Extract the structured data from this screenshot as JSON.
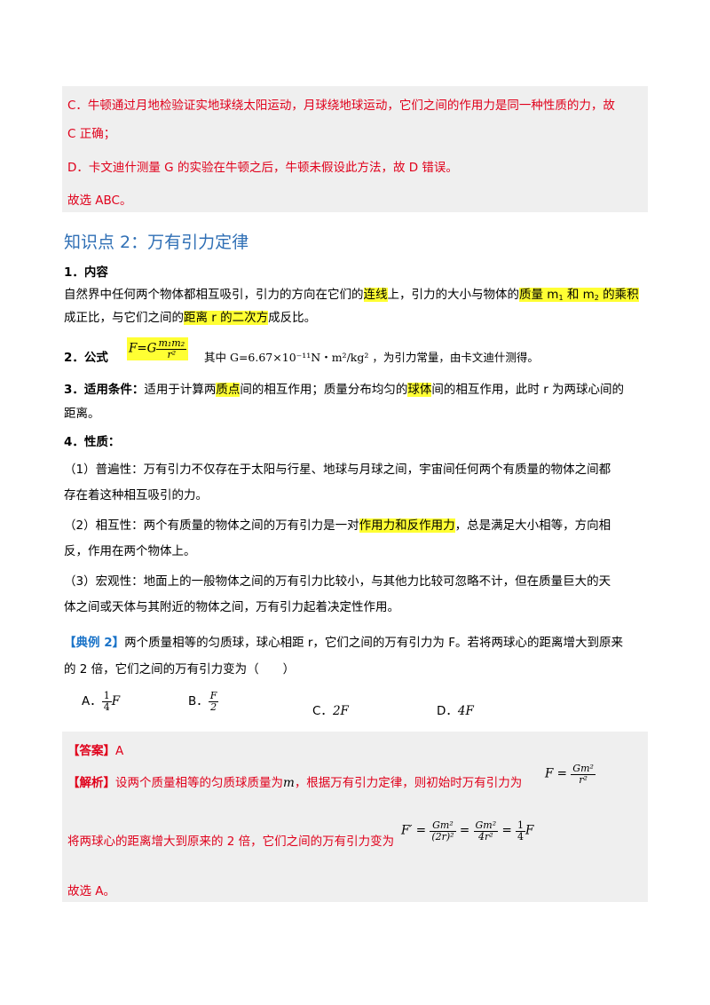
{
  "box1": {
    "c_line1": "C．牛顿通过月地检验证实地球绕太阳运动，月球绕地球运动，它们之间的作用力是同一种性质的力，故",
    "c_line2": "C 正确；",
    "d_line": "D．卡文迪什测量 G 的实验在牛顿之后，牛顿未假设此方法，故 D 错误。",
    "conclusion": "故选 ABC。"
  },
  "section": {
    "title": "知识点 2：万有引力定律",
    "content_heading": "1．内容",
    "content_p1_a": "自然界中任何两个物体都相互吸引，引力的方向在它们的",
    "content_p1_hl1": "连线",
    "content_p1_b": "上，引力的大小与物体的",
    "content_p1_hl2a": "质量 m",
    "content_p1_sub1": "1",
    "content_p1_hl2b": " 和 m",
    "content_p1_sub2": "2",
    "content_p1_hl2c": " 的乘积",
    "content_p2_a": "成正比，与它们之间的",
    "content_p2_hl": "距离 r 的二次方",
    "content_p2_b": "成反比。",
    "formula_heading": "2．公式",
    "formula_lhs": "F=G",
    "formula_num": "m₁m₂",
    "formula_den": "r²",
    "formula_note": "其中 G=6.67×10⁻¹¹N・m²/kg² ，为引力常量，由卡文迪什测得。",
    "cond_heading": "3．适用条件：",
    "cond_a": "适用于计算两",
    "cond_hl1": "质点",
    "cond_b": "间的相互作用；质量分布均匀的",
    "cond_hl2": "球体",
    "cond_c": "间的相互作用，此时 r 为两球心间的",
    "cond_line2": "距离。",
    "prop_heading": "4．性质：",
    "prop1_line1": "（1）普遍性：万有引力不仅存在于太阳与行星、地球与月球之间，宇宙间任何两个有质量的物体之间都",
    "prop1_line2": "存在着这种相互吸引的力。",
    "prop2_line1_a": "（2）相互性：两个有质量的物体之间的万有引力是一对",
    "prop2_hl": "作用力和反作用力",
    "prop2_line1_b": "，总是满足大小相等，方向相",
    "prop2_line2": "反，作用在两个物体上。",
    "prop3_line1": "（3）宏观性：地面上的一般物体之间的万有引力比较小，与其他力比较可忽略不计，但在质量巨大的天",
    "prop3_line2": "体之间或天体与其附近的物体之间，万有引力起着决定性作用。"
  },
  "example": {
    "tag": "【典例 2】",
    "q_line1": "两个质量相等的匀质球，球心相距 r，它们之间的万有引力为 F。若将两球心的距离增大到原来",
    "q_line2": "的 2 倍，它们之间的万有引力变为（　　）",
    "options": [
      {
        "label": "A．",
        "num": "1",
        "den": "4",
        "tail": "F"
      },
      {
        "label": "B．",
        "num": "F",
        "den": "2",
        "tail": ""
      },
      {
        "label": "C．",
        "text": "2F"
      },
      {
        "label": "D．",
        "text": "4F"
      }
    ]
  },
  "answer_box": {
    "answer_tag": "【答案】",
    "answer": "A",
    "analysis_tag": "【解析】",
    "analysis_line1": "设两个质量相等的匀质球质量为",
    "analysis_m": "m",
    "analysis_line1b": "，根据万有引力定律，则初始时万有引力为",
    "analysis_f1_lhs": "F =",
    "analysis_f1_num": "Gm²",
    "analysis_f1_den": "r²",
    "analysis_line2": "将两球心的距离增大到原来的 2 倍，它们之间的万有引力变为",
    "analysis_f2_lhs": "F′ =",
    "analysis_f2_num1": "Gm²",
    "analysis_f2_den1": "(2r)²",
    "analysis_f2_num2": "Gm²",
    "analysis_f2_den2": "4r²",
    "analysis_f2_num3": "1",
    "analysis_f2_den3": "4",
    "analysis_f2_tail": "F",
    "conclusion": "故选 A。"
  },
  "colors": {
    "red": "#e0001b",
    "heading_blue": "#2f6fb5",
    "highlight": "#ffff33",
    "box_bg": "#efefef"
  }
}
